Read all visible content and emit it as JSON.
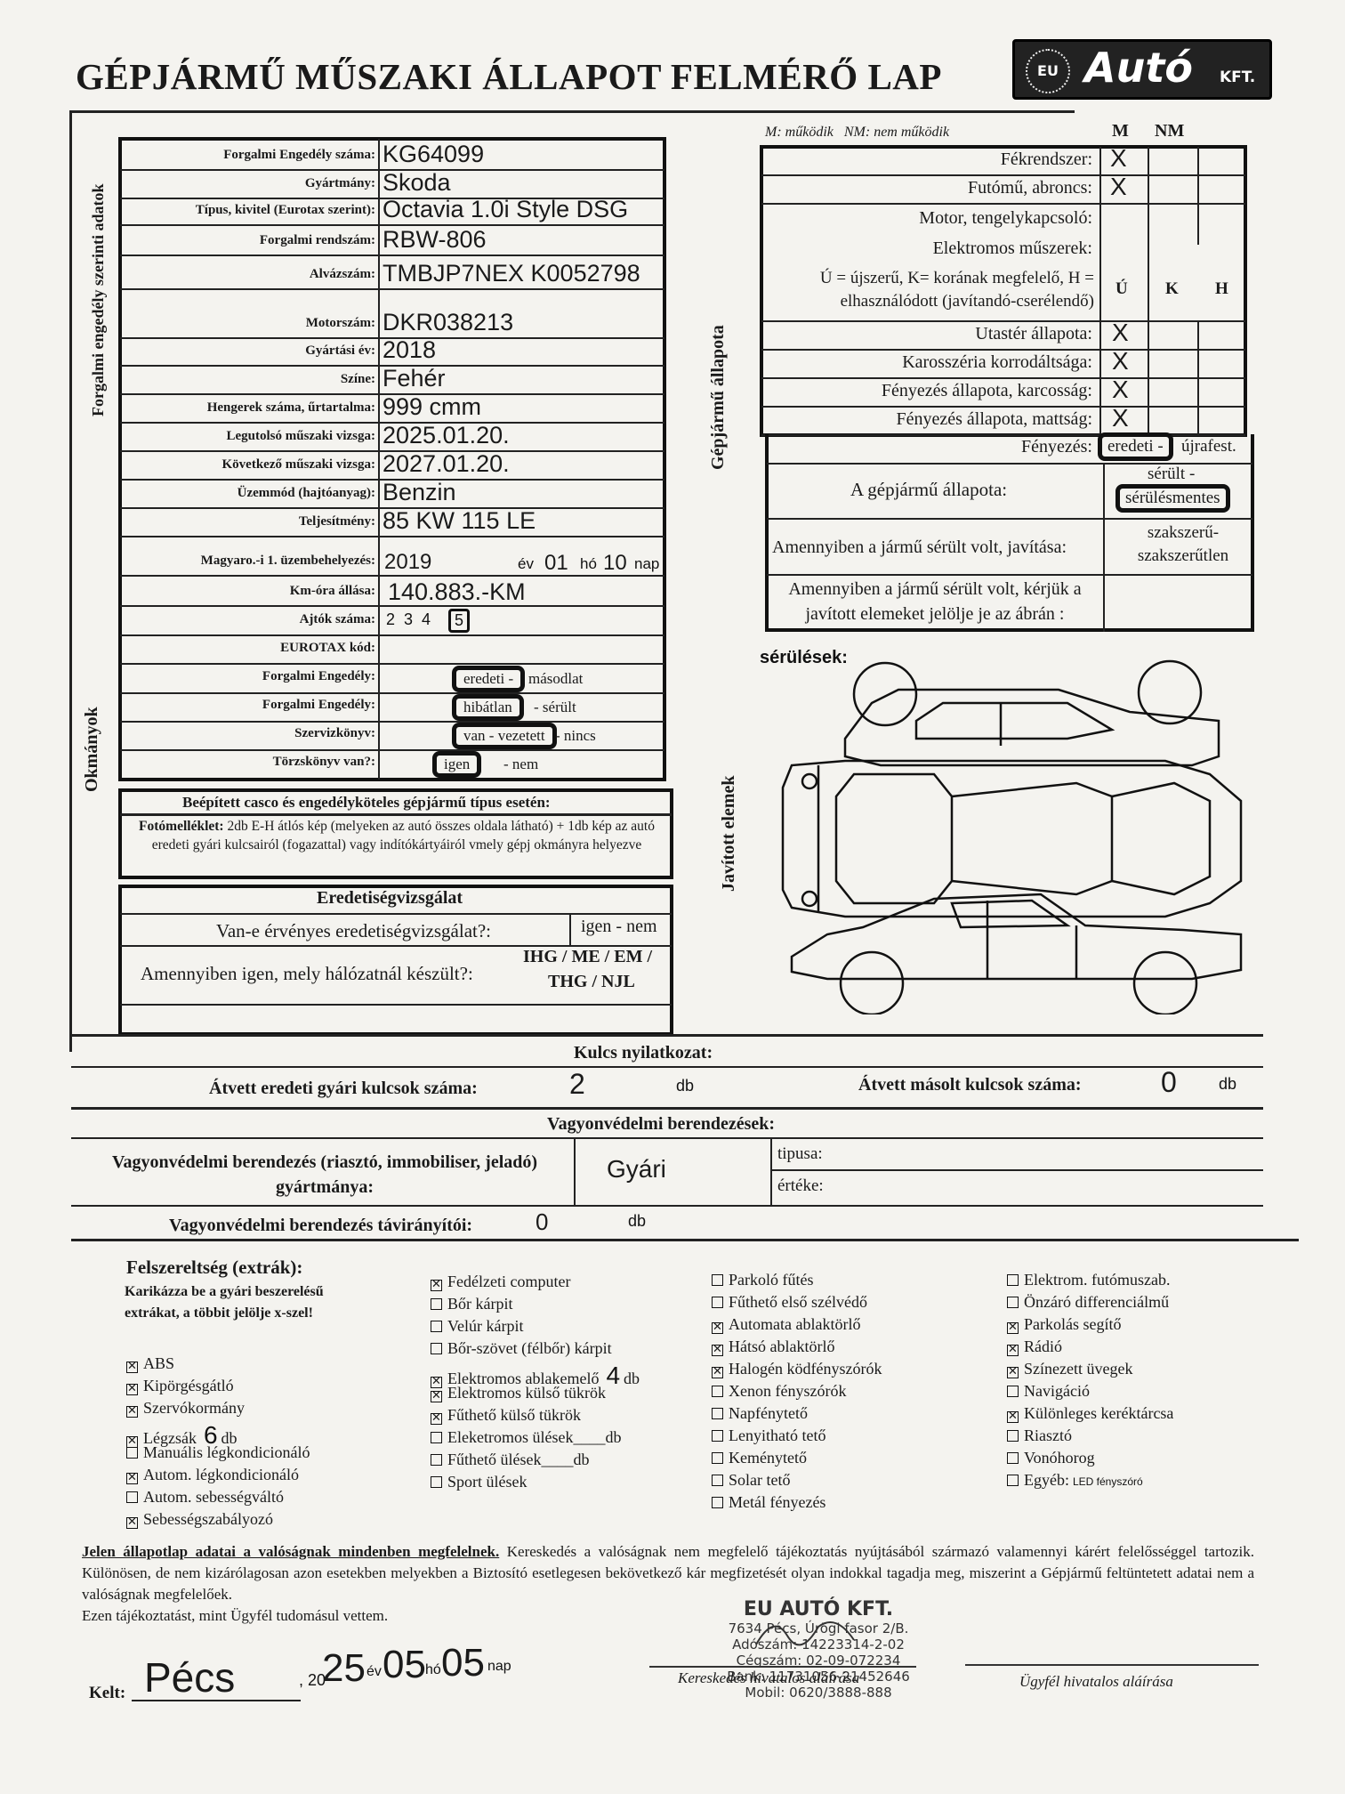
{
  "header": {
    "title": "GÉPJÁRMŰ MŰSZAKI ÁLLAPOT FELMÉRŐ LAP",
    "logo_eu": "EU",
    "logo_name": "Autó",
    "logo_suffix": "KFT."
  },
  "side_labels": {
    "vehicle_data": "Forgalmi engedély szerinti adatok",
    "documents": "Okmányok",
    "condition": "Gépjármű állapota",
    "repaired": "Javított elemek"
  },
  "vehicle": {
    "rows": [
      {
        "label": "Forgalmi Engedély száma:",
        "value": "KG64099"
      },
      {
        "label": "Gyártmány:",
        "value": "Skoda"
      },
      {
        "label": "Típus, kivitel (Eurotax szerint):",
        "value": "Octavia 1.0i Style DSG"
      },
      {
        "label": "Forgalmi rendszám:",
        "value": "RBW-806"
      },
      {
        "label": "Alvázszám:",
        "value": "TMBJP7NEX K0052798"
      },
      {
        "label": "Motorszám:",
        "value": "DKR038213"
      },
      {
        "label": "Gyártási év:",
        "value": "2018"
      },
      {
        "label": "Színe:",
        "value": "Fehér"
      },
      {
        "label": "Hengerek száma, űrtartalma:",
        "value": "999 cmm"
      },
      {
        "label": "Legutolsó műszaki vizsga:",
        "value": "2025.01.20."
      },
      {
        "label": "Következő műszaki vizsga:",
        "value": "2027.01.20."
      },
      {
        "label": "Üzemmód (hajtóanyag):",
        "value": "Benzin"
      },
      {
        "label": "Teljesítmény:",
        "value": "85 KW 115 LE"
      }
    ],
    "first_reg_label": "Magyaro.-i 1. üzembehelyezés:",
    "first_reg_year": "2019",
    "ev": "év",
    "month": "01",
    "ho": "hó",
    "day": "10",
    "nap": "nap",
    "km_label": "Km-óra állása:",
    "km_value": "140.883.-KM",
    "doors_label": "Ajtók száma:",
    "doors_options": "2  3  4",
    "doors_selected": "5",
    "eurotax_label": "EUROTAX kód:"
  },
  "documents": [
    {
      "label": "Forgalmi Engedély:",
      "selected": "eredeti -",
      "rest": "másodlat"
    },
    {
      "label": "Forgalmi Engedély:",
      "selected": "hibátlan",
      "rest": "- sérült"
    },
    {
      "label": "Szervizkönyv:",
      "selected": "van - vezetett",
      "rest": "- nincs"
    },
    {
      "label": "Törzskönyv van?:",
      "selected": "igen",
      "rest": "- nem"
    }
  ],
  "casco": {
    "title": "Beépített casco és engedélyköteles gépjármű típus esetén:",
    "text_bold": "Fotómelléklet:",
    "text": " 2db E-H átlós kép (melyeken az autó összes oldala látható) + 1db kép az autó eredeti gyári kulcsairól (fogazattal) vagy indítókártyáiról vmely gépj okmányra helyezve"
  },
  "origin": {
    "title": "Eredetiségvizsgálat",
    "q1": "Van-e érvényes eredetiségvizsgálat?:",
    "a1": "igen - nem",
    "q2": "Amennyiben igen, mely hálózatnál készült?:",
    "a2_line1": "IHG / ME / EM /",
    "a2_line2": "THG / NJL"
  },
  "condition": {
    "legend": "M: működik   NM: nem működik",
    "col_m": "M",
    "col_nm": "NM",
    "rows_mnm": [
      {
        "label": "Fékrendszer:",
        "mark": "X"
      },
      {
        "label": "Futómű, abroncs:",
        "mark": "X"
      },
      {
        "label": "Motor, tengelykapcsoló:",
        "mark": ""
      },
      {
        "label": "Elektromos műszerek:",
        "mark": ""
      }
    ],
    "ukh_text": "Ú = újszerű, K= korának megfelelő, H = elhasználódott (javítandó-cserélendő)",
    "col_u": "Ú",
    "col_k": "K",
    "col_h": "H",
    "rows_ukh": [
      {
        "label": "Utastér állapota:",
        "mark": "X"
      },
      {
        "label": "Karosszéria korrodáltsága:",
        "mark": "X"
      },
      {
        "label": "Fényezés állapota, karcosság:",
        "mark": "X"
      },
      {
        "label": "Fényezés állapota, mattság:",
        "mark": "X"
      }
    ],
    "paint_label": "Fényezés:",
    "paint_selected": "eredeti -",
    "paint_rest": "újrafest.",
    "state_label": "A gépjármű állapota:",
    "state_option1": "sérült -",
    "state_selected": "sérülésmentes",
    "repair_label": "Amennyiben a jármű sérült volt, javítása:",
    "repair_options": "szakszerű-szakszerűtlen",
    "mark_label": "Amennyiben a jármű sérült volt, kérjük a javított elemeket jelölje je az ábrán :",
    "damages": "sérülések:"
  },
  "keys": {
    "title": "Kulcs nyilatkozat:",
    "orig_label": "Átvett eredeti gyári kulcsok száma:",
    "orig_value": "2",
    "db": "db",
    "copy_label": "Átvett másolt kulcsok száma:",
    "copy_value": "0"
  },
  "security": {
    "title": "Vagyonvédelmi berendezések:",
    "maker_label": "Vagyonvédelmi berendezés (riasztó, immobiliser, jeladó) gyártmánya:",
    "maker_value": "Gyári",
    "type_label": "tipusa:",
    "value_label": "értéke:",
    "remote_label": "Vagyonvédelmi berendezés távirányítói:",
    "remote_value": "0",
    "db": "db"
  },
  "extras": {
    "title": "Felszereltség (extrák):",
    "instruction": "Karikázza be a gyári beszerelésű extrákat, a többit jelölje x-szel!",
    "col1": [
      {
        "label": "ABS",
        "checked": true
      },
      {
        "label": "Kipörgésgátló",
        "checked": true
      },
      {
        "label": "Szervókormány",
        "checked": true
      },
      {
        "label": "Légzsák",
        "checked": true,
        "extra": "6",
        "unit": "db"
      },
      {
        "label": "Manuális légkondicionáló",
        "checked": false
      },
      {
        "label": "Autom. légkondicionáló",
        "checked": true
      },
      {
        "label": "Autom. sebességváltó",
        "checked": false
      },
      {
        "label": "Sebességszabályozó",
        "checked": true
      }
    ],
    "col2": [
      {
        "label": "Fedélzeti computer",
        "checked": true
      },
      {
        "label": "Bőr kárpit",
        "checked": false
      },
      {
        "label": "Velúr kárpit",
        "checked": false
      },
      {
        "label": "Bőr-szövet (félbőr) kárpit",
        "checked": false
      },
      {
        "label": "Elektromos ablakemelő",
        "checked": true,
        "extra": "4",
        "unit": "db"
      },
      {
        "label": "Elektromos külső tükrök",
        "checked": true
      },
      {
        "label": "Fűthető külső tükrök",
        "checked": true
      },
      {
        "label": "Eleketromos ülések____db",
        "checked": false
      },
      {
        "label": "Fűthető ülések____db",
        "checked": false
      },
      {
        "label": "Sport ülések",
        "checked": false
      }
    ],
    "col3": [
      {
        "label": "Parkoló fűtés",
        "checked": false
      },
      {
        "label": "Fűthető első szélvédő",
        "checked": false
      },
      {
        "label": "Automata ablaktörlő",
        "checked": true
      },
      {
        "label": "Hátsó ablaktörlő",
        "checked": true
      },
      {
        "label": "Halogén ködfényszórók",
        "checked": true
      },
      {
        "label": "Xenon fényszórók",
        "checked": false
      },
      {
        "label": "Napfénytető",
        "checked": false
      },
      {
        "label": "Lenyitható tető",
        "checked": false
      },
      {
        "label": "Keménytető",
        "checked": false
      },
      {
        "label": "Solar tető",
        "checked": false
      },
      {
        "label": "Metál fényezés",
        "checked": false
      }
    ],
    "col4": [
      {
        "label": "Elektrom. futómuszab.",
        "checked": false
      },
      {
        "label": "Önzáró differenciálmű",
        "checked": false
      },
      {
        "label": "Parkolás segítő",
        "checked": true
      },
      {
        "label": "Rádió",
        "checked": true
      },
      {
        "label": "Színezett üvegek",
        "checked": true
      },
      {
        "label": "Navigáció",
        "checked": false
      },
      {
        "label": "Különleges keréktárcsa",
        "checked": true
      },
      {
        "label": "Riasztó",
        "checked": false
      },
      {
        "label": "Vonóhorog",
        "checked": false
      },
      {
        "label": "Egyéb:",
        "checked": false,
        "extra": "LED fényszóró"
      }
    ]
  },
  "declaration": {
    "lead": "Jelen állapotlap adatai a valóságnak mindenben megfelelnek.",
    "text": " Kereskedés a valóságnak nem megfelelő tájékoztatás nyújtásából származó valamennyi kárért felelősséggel tartozik. Különösen, de nem kizárólagosan azon esetekben melyekben a Biztosító esetlegesen bekövetkező kár megfizetését olyan indokkal tagadja meg, miszerint a Gépjármű feltüntetett adatai nem a valóságnak megfelelőek.",
    "text2": "Ezen tájékoztatást, mint Ügyfél tudomásul vettem."
  },
  "footer": {
    "kelt": "Kelt:",
    "city": "Pécs",
    "prefix": ", 20",
    "year": "25",
    "ev": "év",
    "month": "05",
    "ho": "hó",
    "day": "05",
    "nap": "nap",
    "dealer_sig_label": "Kereskedés hivatalos aláírása",
    "client_sig_label": "Ügyfél hivatalos aláírása",
    "stamp": {
      "name": "EU AUTÓ KFT.",
      "address": "7634 Pécs, Úrögi fasor 2/B.",
      "tax": "Adószám: 14223314-2-02",
      "reg": "Cégszám: 02-09-072234",
      "bank": "Bank: 11731056-21452646",
      "mobile": "Mobil: 0620/3888-888"
    }
  },
  "colors": {
    "paper": "#f4f3ef",
    "ink": "#111111"
  }
}
